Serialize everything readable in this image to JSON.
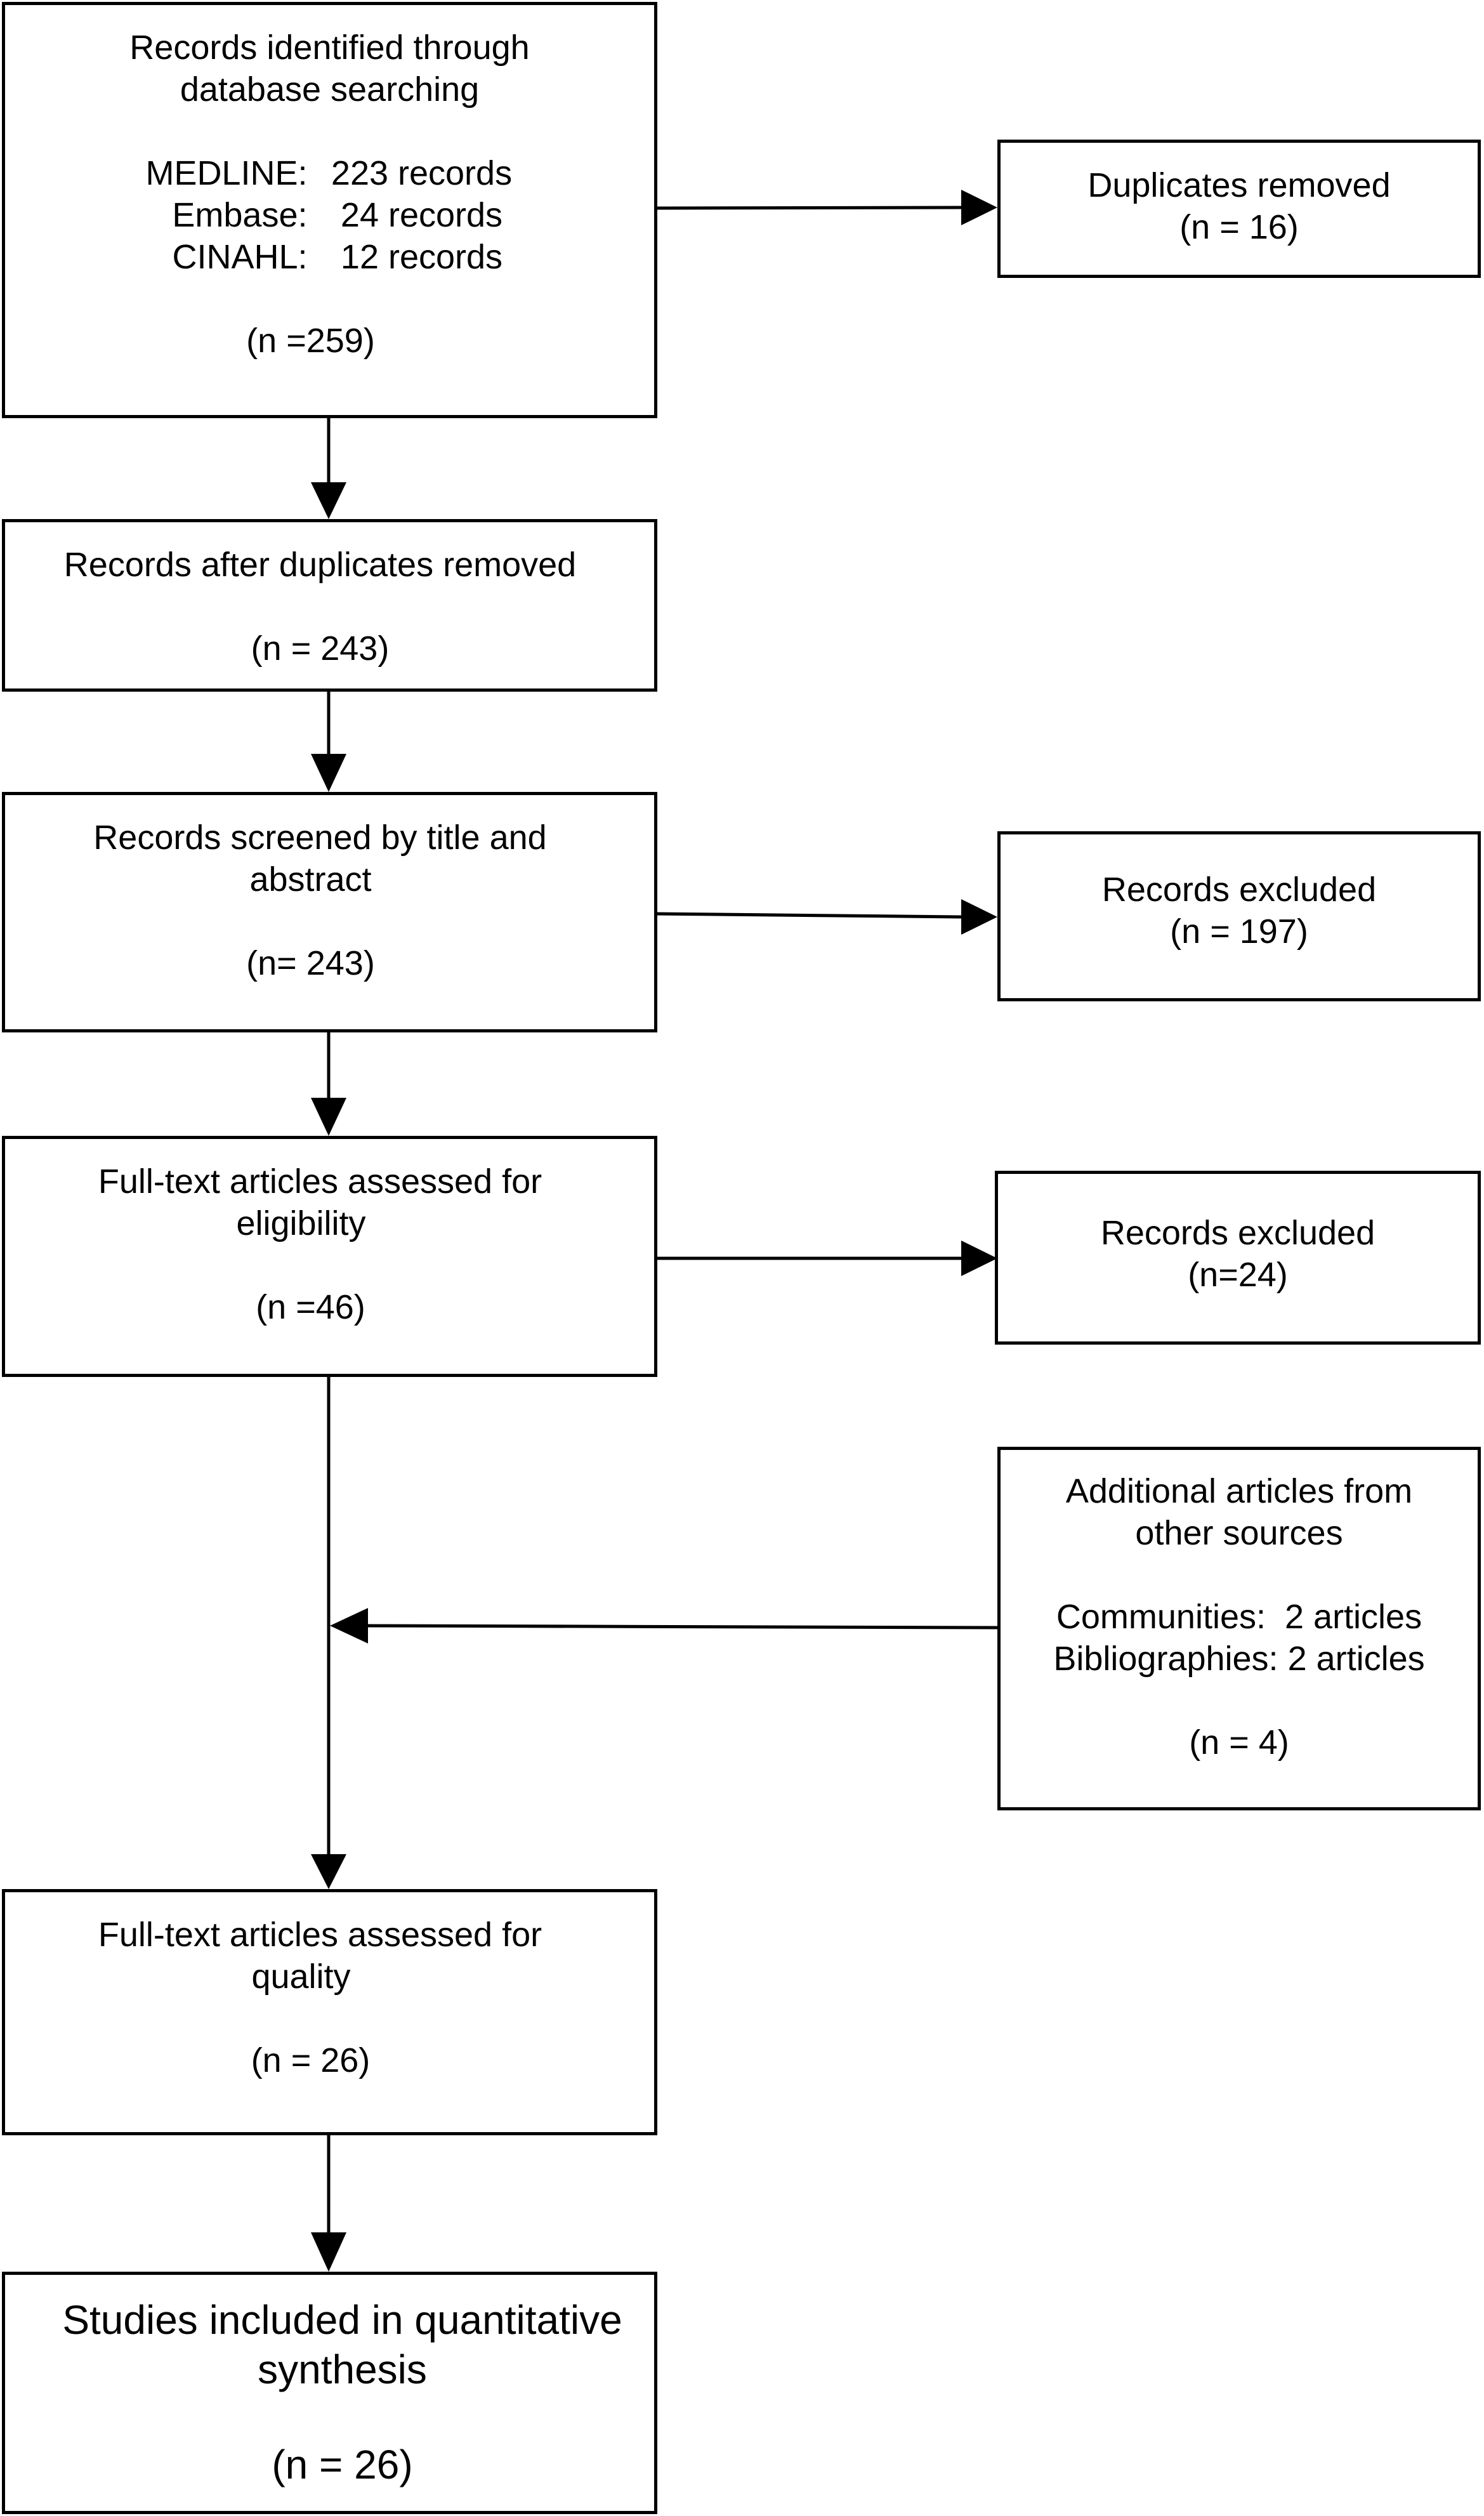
{
  "boxes": {
    "identified": {
      "title_line1": "Records identified through",
      "title_line2": "database searching",
      "sources": [
        {
          "name": "MEDLINE:",
          "count": "223 records"
        },
        {
          "name": "Embase:",
          "count": "24 records"
        },
        {
          "name": "CINAHL:",
          "count": "12 records"
        }
      ],
      "n": "(n =259)"
    },
    "duplicates_removed": {
      "title": "Duplicates removed",
      "n": "(n = 16)"
    },
    "after_duplicates": {
      "title": "Records after duplicates removed",
      "n": "(n = 243)"
    },
    "screened": {
      "title_line1": "Records screened by title and",
      "title_line2": "abstract",
      "n": "(n= 243)"
    },
    "excluded_screening": {
      "title": "Records excluded",
      "n": "(n = 197)"
    },
    "eligibility": {
      "title_line1": "Full-text articles assessed for",
      "title_line2": "eligibility",
      "n": "(n =46)"
    },
    "excluded_eligibility": {
      "title": "Records excluded",
      "n": "(n=24)"
    },
    "additional": {
      "title_line1": "Additional articles from",
      "title_line2": "other sources",
      "line3": "Communities:  2 articles",
      "line4": "Bibliographies: 2 articles",
      "n": "(n = 4)"
    },
    "quality": {
      "title_line1": "Full-text articles assessed for",
      "title_line2": "quality",
      "n": "(n = 26)"
    },
    "included": {
      "title_line1": "Studies included in quantitative",
      "title_line2": "synthesis",
      "n": "(n = 26)"
    }
  },
  "colors": {
    "stroke": "#000000",
    "background": "#ffffff"
  }
}
